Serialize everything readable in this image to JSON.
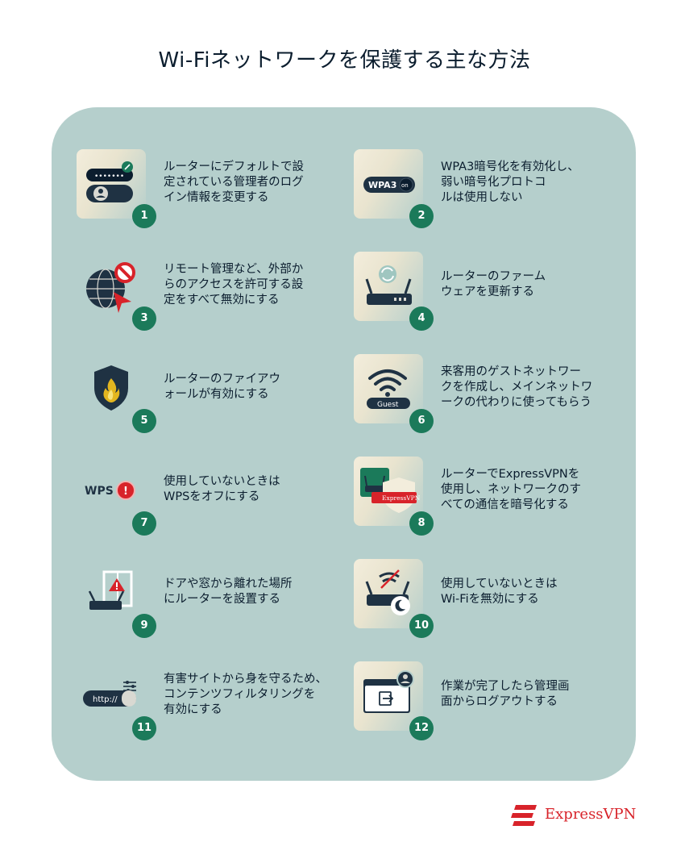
{
  "title": "Wi-Fiネットワークを保護する主な方法",
  "items": [
    {
      "num": "1",
      "text": "ルーターにデフォルトで設\n定されている管理者のログ\nイン情報を変更する"
    },
    {
      "num": "2",
      "text": "WPA3暗号化を有効化し、\n弱い暗号化プロトコ\nルは使用しない"
    },
    {
      "num": "3",
      "text": "リモート管理など、外部か\nらのアクセスを許可する設\n定をすべて無効にする"
    },
    {
      "num": "4",
      "text": "ルーターのファーム\nウェアを更新する"
    },
    {
      "num": "5",
      "text": "ルーターのファイアウ\nォールが有効にする"
    },
    {
      "num": "6",
      "text": "来客用のゲストネットワー\nクを作成し、メインネットワ\nークの代わりに使ってもらう"
    },
    {
      "num": "7",
      "text": "使用していないときは\nWPSをオフにする"
    },
    {
      "num": "8",
      "text": "ルーターでExpressVPNを\n使用し、ネットワークのす\nべての通信を暗号化する"
    },
    {
      "num": "9",
      "text": "ドアや窓から離れた場所\nにルーターを設置する"
    },
    {
      "num": "10",
      "text": "使用していないときは\nWi-Fiを無効にする"
    },
    {
      "num": "11",
      "text": "有害サイトから身を守るため、\nコンテンツフィルタリングを\n有効にする"
    },
    {
      "num": "12",
      "text": "作業が完了したら管理画\n面からログアウトする"
    }
  ],
  "icon_labels": {
    "password_dots": "•••••••",
    "wpa3": "WPA3",
    "wpa3_toggle": "on",
    "guest": "Guest",
    "wps": "WPS",
    "wps_alert": "!",
    "expressvpn_badge": "ExpressVPN",
    "http": "http://"
  },
  "brand": {
    "name": "ExpressVPN",
    "color": "#d8232a"
  },
  "colors": {
    "panel": "#b5cfcc",
    "badge": "#1b7a5a",
    "text": "#0b1d2e",
    "alert": "#d8232a"
  }
}
